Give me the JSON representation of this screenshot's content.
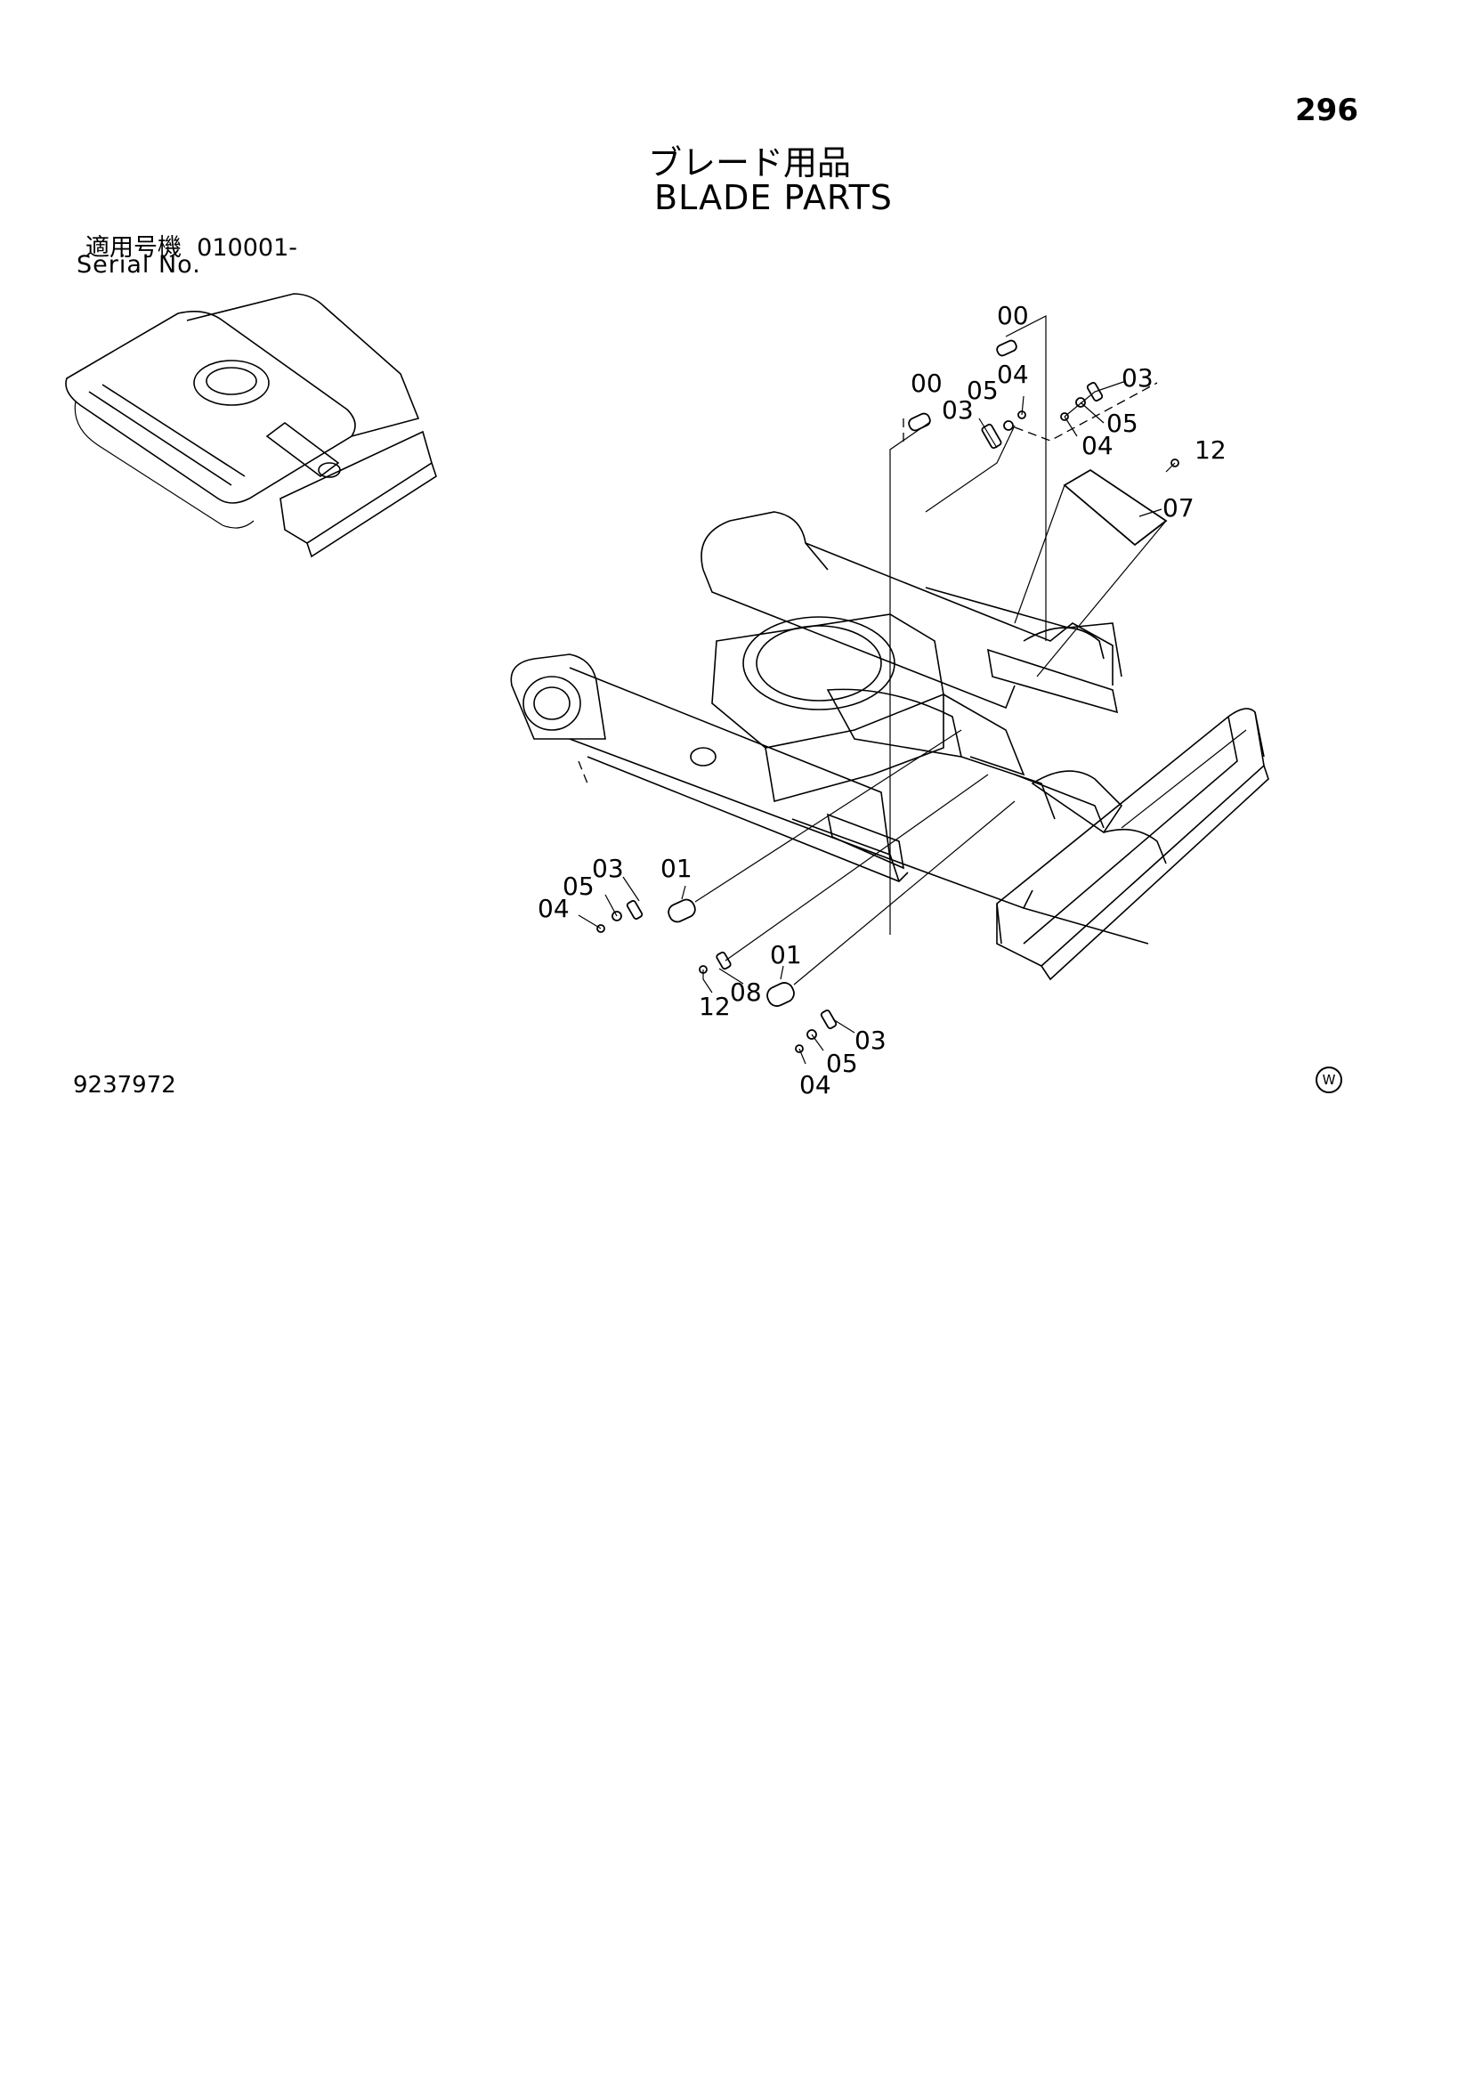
{
  "page_number": "296",
  "title_jp": "ブレード用品",
  "title_en": "BLADE PARTS",
  "serial_label_jp": "適用号機",
  "serial_value": "010001-",
  "serial_label_en": "Serial No.",
  "drawing_number": "9237972",
  "corner_mark": "W",
  "callouts": {
    "c00a": "00",
    "c00b": "00",
    "c03a": "03",
    "c03b": "03",
    "c03c": "03",
    "c03d": "03",
    "c04a": "04",
    "c04b": "04",
    "c04c": "04",
    "c04d": "04",
    "c05a": "05",
    "c05b": "05",
    "c05c": "05",
    "c05d": "05",
    "c12a": "12",
    "c12b": "12",
    "c07": "07",
    "c01a": "01",
    "c01b": "01",
    "c08": "08"
  }
}
